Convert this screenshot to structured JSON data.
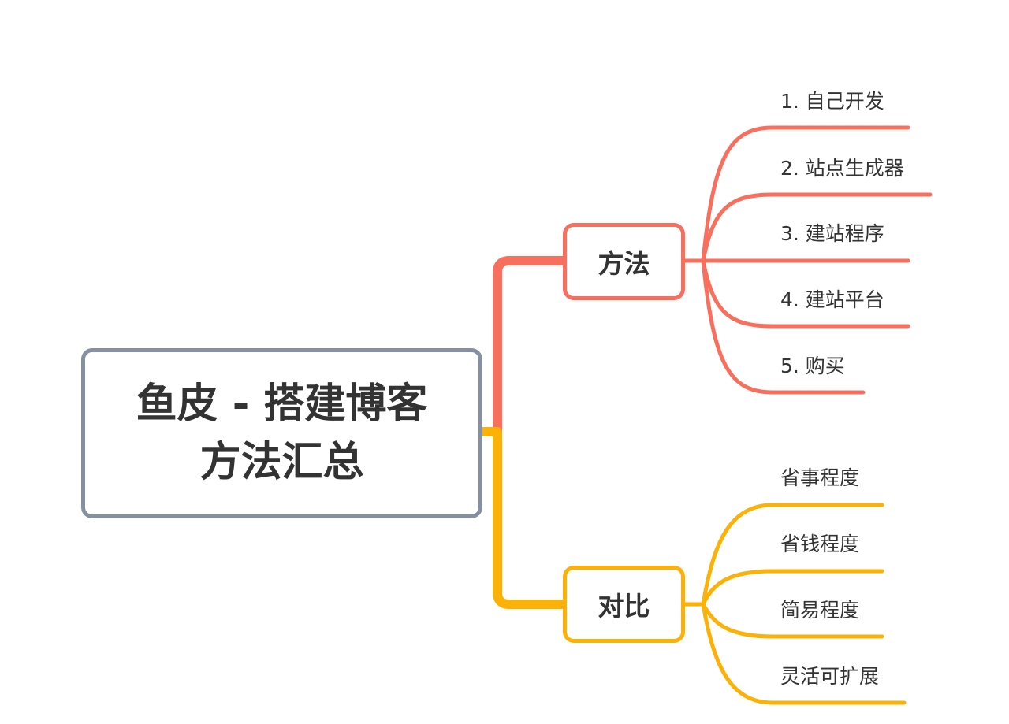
{
  "root": {
    "title": "鱼皮 - 搭建博客\n方法汇总"
  },
  "branches": [
    {
      "label": "方法",
      "color": "#f86f5e",
      "children": [
        "1. 自己开发",
        "2. 站点生成器",
        "3. 建站程序",
        "4. 建站平台",
        "5. 购买"
      ]
    },
    {
      "label": "对比",
      "color": "#fbb106",
      "children": [
        "省事程度",
        "省钱程度",
        "简易程度",
        "灵活可扩展"
      ]
    }
  ],
  "root_border_color": "#8591a2"
}
